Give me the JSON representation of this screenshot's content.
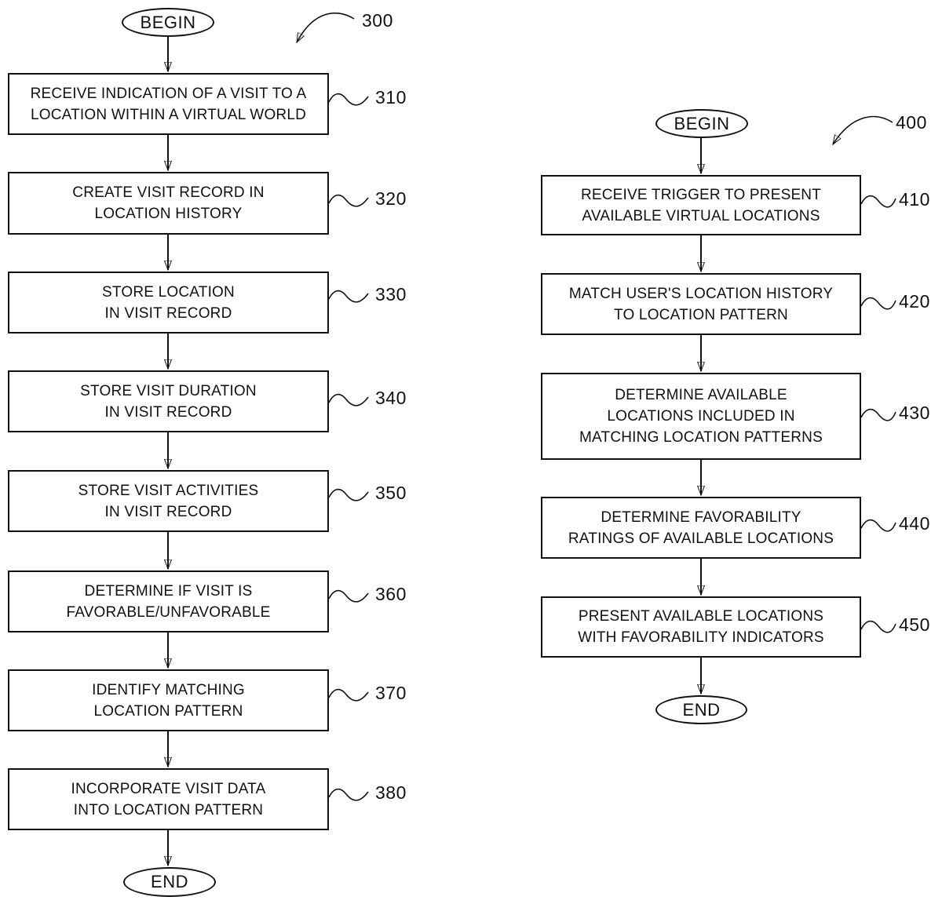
{
  "figure_type": "flowchart",
  "colors": {
    "ink": "#111111",
    "background": "#ffffff"
  },
  "flows": [
    {
      "ref": "300",
      "begin": "BEGIN",
      "end": "END",
      "steps": [
        {
          "ref": "310",
          "text": "RECEIVE INDICATION OF A VISIT TO A\nLOCATION WITHIN A VIRTUAL WORLD"
        },
        {
          "ref": "320",
          "text": "CREATE VISIT RECORD IN\nLOCATION HISTORY"
        },
        {
          "ref": "330",
          "text": "STORE LOCATION\nIN VISIT RECORD"
        },
        {
          "ref": "340",
          "text": "STORE VISIT DURATION\nIN VISIT RECORD"
        },
        {
          "ref": "350",
          "text": "STORE VISIT ACTIVITIES\nIN VISIT RECORD"
        },
        {
          "ref": "360",
          "text": "DETERMINE IF VISIT IS\nFAVORABLE/UNFAVORABLE"
        },
        {
          "ref": "370",
          "text": "IDENTIFY MATCHING\nLOCATION PATTERN"
        },
        {
          "ref": "380",
          "text": "INCORPORATE VISIT DATA\nINTO LOCATION PATTERN"
        }
      ]
    },
    {
      "ref": "400",
      "begin": "BEGIN",
      "end": "END",
      "steps": [
        {
          "ref": "410",
          "text": "RECEIVE TRIGGER TO PRESENT\nAVAILABLE VIRTUAL LOCATIONS"
        },
        {
          "ref": "420",
          "text": "MATCH USER'S LOCATION HISTORY\nTO LOCATION PATTERN"
        },
        {
          "ref": "430",
          "text": "DETERMINE AVAILABLE\nLOCATIONS INCLUDED IN\nMATCHING LOCATION PATTERNS"
        },
        {
          "ref": "440",
          "text": "DETERMINE FAVORABILITY\nRATINGS OF AVAILABLE LOCATIONS"
        },
        {
          "ref": "450",
          "text": "PRESENT AVAILABLE LOCATIONS\nWITH FAVORABILITY INDICATORS"
        }
      ]
    }
  ]
}
